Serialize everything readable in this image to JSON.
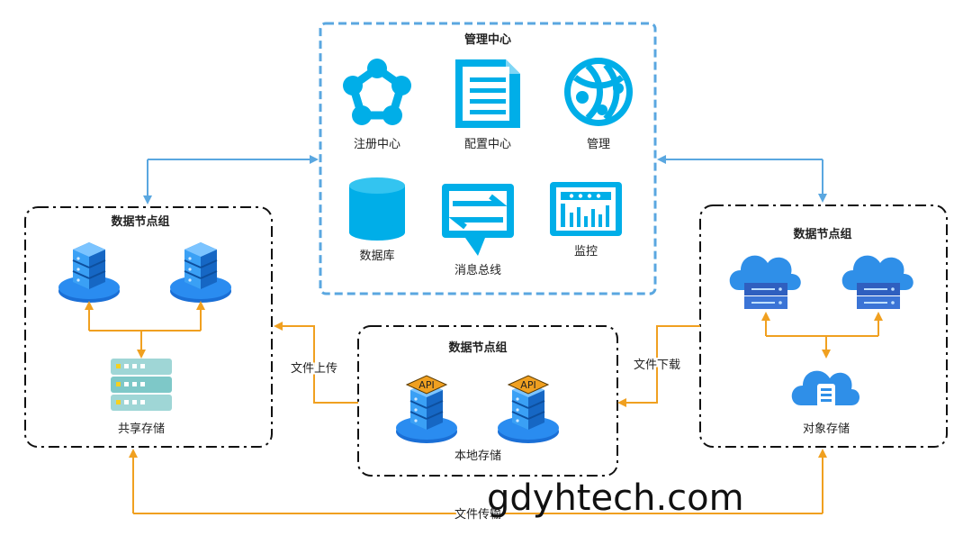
{
  "management": {
    "title": "管理中心",
    "registry": "注册中心",
    "config": "配置中心",
    "manage": "管理",
    "database": "数据库",
    "bus": "消息总线",
    "monitor": "监控"
  },
  "left_group": {
    "title": "数据节点组",
    "shared": "共享存储"
  },
  "center_group": {
    "title": "数据节点组",
    "local": "本地存储",
    "api_label": "API"
  },
  "right_group": {
    "title": "数据节点组",
    "object": "对象存储"
  },
  "flows": {
    "upload": "文件上传",
    "download": "文件下载",
    "transfer": "文件传输"
  },
  "watermark": "gdyhtech.com",
  "colors": {
    "accent": "#00aee8",
    "arrow_blue": "#5aa7e0",
    "arrow_orange": "#f0a020",
    "node_blue": "#1e7fe0"
  }
}
